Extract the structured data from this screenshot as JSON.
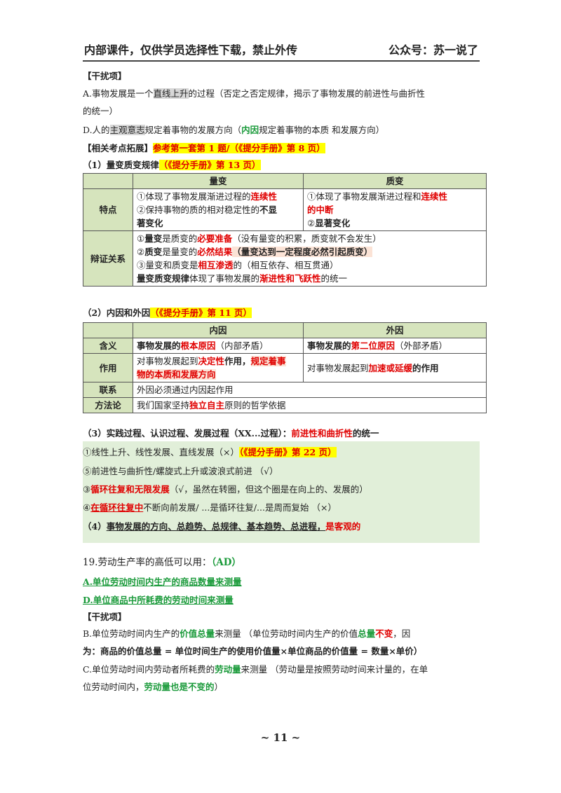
{
  "header": {
    "left": "内部课件，仅供学员选择性下载，禁止外传",
    "right": "公众号：苏一说了"
  },
  "section1": {
    "title": "【干扰项】",
    "a_pre": "A.事物发展是一个",
    "a_strike": "直线上升",
    "a_post": "的过程（否定之否定规律，揭示了事物发展的前进性与曲折性",
    "a_line2": "的统一）",
    "d_pre": "D.人的",
    "d_strike": "主观意志",
    "d_mid": "规定着事物的发展方向（",
    "d_green": "内因",
    "d_post": "规定着事物的本质 和发展方向）"
  },
  "ext": {
    "label": "【相关考点拓展】",
    "ref": "参考第一套第 1 题/（《提分手册》第 8 页）"
  },
  "q1": {
    "label": "（1）量变质变规律",
    "ref": "（《提分手册》第 13 页）"
  },
  "table1": {
    "h1": "量变",
    "h2": "质变",
    "r1_head": "特点",
    "r1_c1_l1_pre": "①体现了事物发展渐进过程的",
    "r1_c1_l1_red": "连续性",
    "r1_c1_l2_pre": "②保持事物的质的相对稳定性的",
    "r1_c1_l2_bold": "不显",
    "r1_c1_l3": "著变化",
    "r1_c2_l1_pre": "①体现了事物发展渐进过程和",
    "r1_c2_l1_red": "连续性",
    "r1_c2_l2_red": "的中断",
    "r1_c2_l3_pre": "②",
    "r1_c2_l3_bold": "显著变化",
    "r2_head": "辩证关系",
    "r2_l1_pre": "①",
    "r2_l1_bold": "量变",
    "r2_l1_mid": "是质变的",
    "r2_l1_red": "必要准备",
    "r2_l1_post": "（没有量变的积累，质变就不会发生）",
    "r2_l2_pre": "②",
    "r2_l2_bold": "质变",
    "r2_l2_mid": "是量变的",
    "r2_l2_red": "必然结果",
    "r2_l2_post": "（量变达到一定程度必然引起质变）",
    "r2_l3_pre": "③量变和质变是",
    "r2_l3_red": "相互渗透",
    "r2_l3_post": "的（相互依存、相互贯通）",
    "r2_l4_bold": "量变质变规律",
    "r2_l4_mid": "体现了事物发展的",
    "r2_l4_red": "渐进性和飞跃性",
    "r2_l4_post": "的统一"
  },
  "q2": {
    "label": "（2）内因和外因",
    "ref": "（《提分手册》第 11 页）"
  },
  "table2": {
    "h1": "内因",
    "h2": "外因",
    "r1_head": "含义",
    "r1_c1_bold": "事物发展的",
    "r1_c1_red": "根本原因",
    "r1_c1_post": "（内部矛盾）",
    "r1_c2_bold": "事物发展的",
    "r1_c2_red": "第二位原因",
    "r1_c2_post": "（外部矛盾）",
    "r2_head": "作用",
    "r2_c1_pre": "对事物发展起到",
    "r2_c1_red": "决定性",
    "r2_c1_bold": "作用，",
    "r2_c1_red2": "规定着事",
    "r2_c1_l2_red": "物的本质和发展方向",
    "r2_c2_pre": "对事物发展起到",
    "r2_c2_red": "加速或延缓",
    "r2_c2_bold": "的作用",
    "r3_head": "联系",
    "r3_text": "外因必须通过内因起作用",
    "r4_head": "方法论",
    "r4_pre": "我们国家坚持",
    "r4_red": "独立自主",
    "r4_post": "原则的哲学依据"
  },
  "q3": {
    "label": "（3）实践过程、认识过程、发展过程（XX...过程）：",
    "red": "前进性和曲折性",
    "post": "的统一"
  },
  "green": {
    "l1": "①线性上升、线性发展、直线发展（×）",
    "l1_ref": "（《提分手册》第 22 页）",
    "l2": "⑤前进性与曲折性/螺旋式上升或波浪式前进 （√）",
    "l3_pre": "③",
    "l3_red": "循环往复和无限发展",
    "l3_post": "（√，虽然在转圈，但这个圈是在向上的、发展的）",
    "l4_pre": "④",
    "l4_red": "在循环往复中",
    "l4_post": "不断向前发展/ ...是循环往复/...是周而复始 （×）",
    "l5_pre": "（4）",
    "l5_bold": "事物发展的方向、总趋势、总规律、基本趋势、总进程，",
    "l5_red": "是客观的"
  },
  "q19": {
    "title_pre": "19.劳动生产率的高低可以用：",
    "title_ans": "（AD）",
    "a": "A.单位劳动时间内生产的商品数量来测量",
    "d": "D.单位商品中所耗费的劳动时间来测量",
    "distract": "【干扰项】",
    "b_pre": "B.单位劳动时间内生产的",
    "b_green": "价值总量",
    "b_mid": "来测量 （单位劳动时间内生产的价值",
    "b_green2": "总量",
    "b_red": "不变",
    "b_post": "，因",
    "b_l2": "为：商品的价值总量 = 单位时间生产的使用价值量×单位商品的价值量 = 数量×单价）",
    "c_pre": "C.单位劳动时间内劳动者所耗费的",
    "c_green": "劳动量",
    "c_post": "来测量 （劳动量是按照劳动时间来计量的，在单",
    "c_l2_pre": "位劳动时间内，",
    "c_l2_green": "劳动量也是不变的",
    "c_l2_post": "）"
  },
  "footer": "~ 11 ~"
}
